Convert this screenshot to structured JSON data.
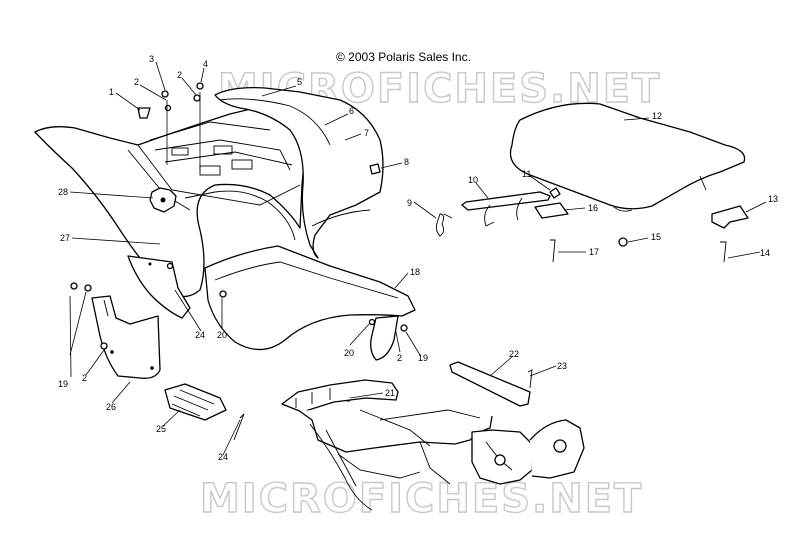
{
  "copyright": "© 2003 Polaris Sales Inc.",
  "watermark": "MICROFICHES.NET",
  "callouts": [
    "1",
    "2",
    "3",
    "2",
    "4",
    "5",
    "6",
    "7",
    "8",
    "28",
    "27",
    "12",
    "10",
    "11",
    "9",
    "16",
    "13",
    "17",
    "15",
    "14",
    "18",
    "24",
    "20",
    "20",
    "2",
    "19",
    "19",
    "2",
    "26",
    "25",
    "24",
    "21",
    "22",
    "23"
  ]
}
